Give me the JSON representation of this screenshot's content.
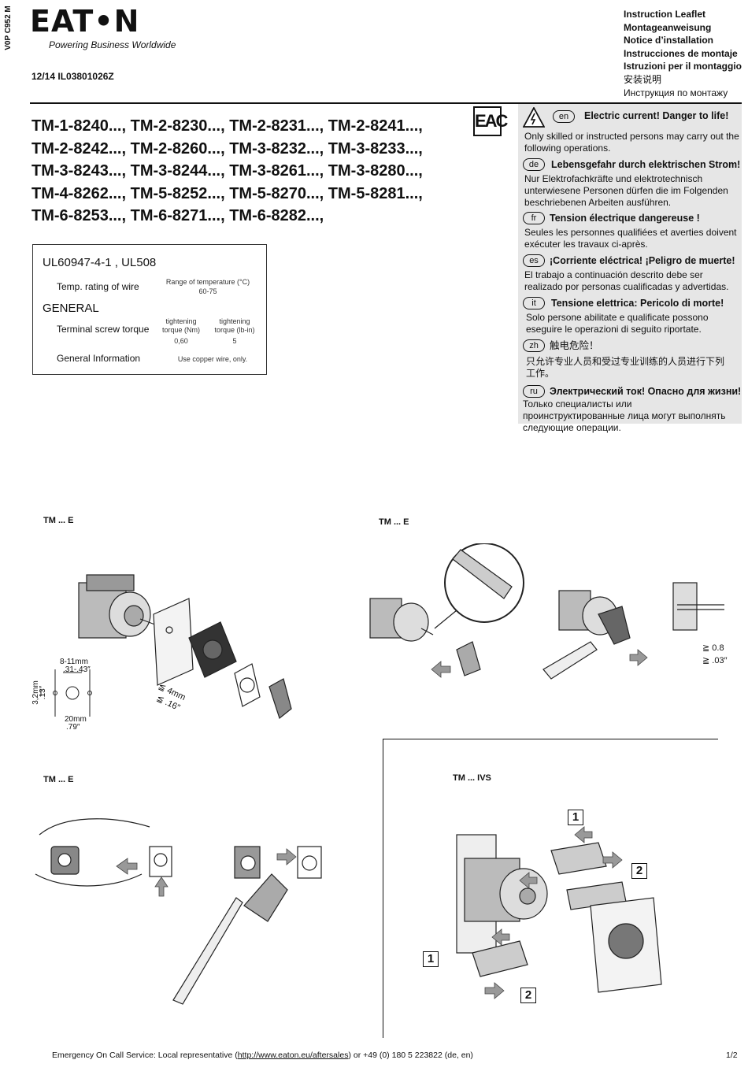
{
  "side_code": "V0P C952 M",
  "brand": {
    "logo": "EAT•N",
    "tagline": "Powering Business Worldwide"
  },
  "doc_number": "12/14 IL03801026Z",
  "leaflet_titles": [
    "Instruction Leaflet",
    "Montageanweisung",
    "Notice d’installation",
    "Instrucciones de montaje",
    "Istruzioni per il montaggio",
    "安装说明",
    "Инструкция по монтажу"
  ],
  "models": [
    "TM-1-8240..., TM-2-8230..., TM-2-8231..., TM-2-8241...,",
    "TM-2-8242..., TM-2-8260..., TM-3-8232..., TM-3-8233...,",
    "TM-3-8243..., TM-3-8244..., TM-3-8261..., TM-3-8280...,",
    "TM-4-8262..., TM-5-8252..., TM-5-8270..., TM-5-8281...,",
    "TM-6-8253..., TM-6-8271..., TM-6-8282...,"
  ],
  "eac_mark": "EAC",
  "ul_box": {
    "title": "UL60947-4-1 , UL508",
    "temp_label": "Temp. rating of wire",
    "temp_head": "Range of temperature (°C)",
    "temp_value": "60-75",
    "general": "GENERAL",
    "torque_label": "Terminal screw torque",
    "torque_nm_head1": "tightening",
    "torque_nm_head2": "torque (Nm)",
    "torque_nm_value": "0,60",
    "torque_lb_head1": "tightening",
    "torque_lb_head2": "torque (lb-in)",
    "torque_lb_value": "5",
    "general_info_label": "General Information",
    "general_info_value": "Use copper wire, only."
  },
  "warnings": [
    {
      "code": "en",
      "title": "Electric current! Danger to life!",
      "text": "Only skilled or instructed persons may carry out the following operations."
    },
    {
      "code": "de",
      "title": "Lebensgefahr durch elektrischen Strom!",
      "text": "Nur Elektrofachkräfte und elektrotechnisch unterwiesene Personen dürfen die im Folgenden beschriebenen Arbeiten ausführen."
    },
    {
      "code": "fr",
      "title": "Tension électrique dangereuse !",
      "text": "Seules les personnes qualifiées et averties doivent exécuter les travaux ci-après."
    },
    {
      "code": "es",
      "title": "¡Corriente eléctrica! ¡Peligro de muerte!",
      "text": "El trabajo a continuación descrito debe ser realizado por personas cualificadas y advertidas."
    },
    {
      "code": "it",
      "title": "Tensione elettrica: Pericolo di morte!",
      "text": "Solo persone abilitate e qualificate possono eseguire le operazioni di seguito riportate."
    },
    {
      "code": "zh",
      "title": "触电危险！",
      "text": "只允许专业人员和受过专业训练的人员进行下列工作。"
    },
    {
      "code": "ru",
      "title": "Электрический ток! Опасно для жизни!",
      "text": "Только специалисты или проинструктированные лица могут выполнять следующие операции."
    }
  ],
  "figures": {
    "fig1_caption": "TM ... E",
    "fig2_caption": "TM ... E",
    "fig3_caption": "TM ... E",
    "fig4_caption": "TM ... IVS",
    "dim_8_11": "8-11mm",
    "dim_8_11_in": ".31-.43″",
    "dim_3_2": "3,2mm",
    "dim_3_2_in": ".13″",
    "dim_20": "20mm",
    "dim_20_in": ".79″",
    "dim_4": "≦ 4mm",
    "dim_4_in": "≦ .16″",
    "dim_08": "≧ 0.8",
    "dim_08_in": "≧ .03″",
    "step_1": "1",
    "step_2": "2"
  },
  "footer": {
    "prefix": "Emergency On Call Service: Local representative (",
    "link": "http://www.eaton.eu/aftersales",
    "suffix": ") or +49 (0) 180 5 223822 (de, en)",
    "page": "1/2"
  }
}
